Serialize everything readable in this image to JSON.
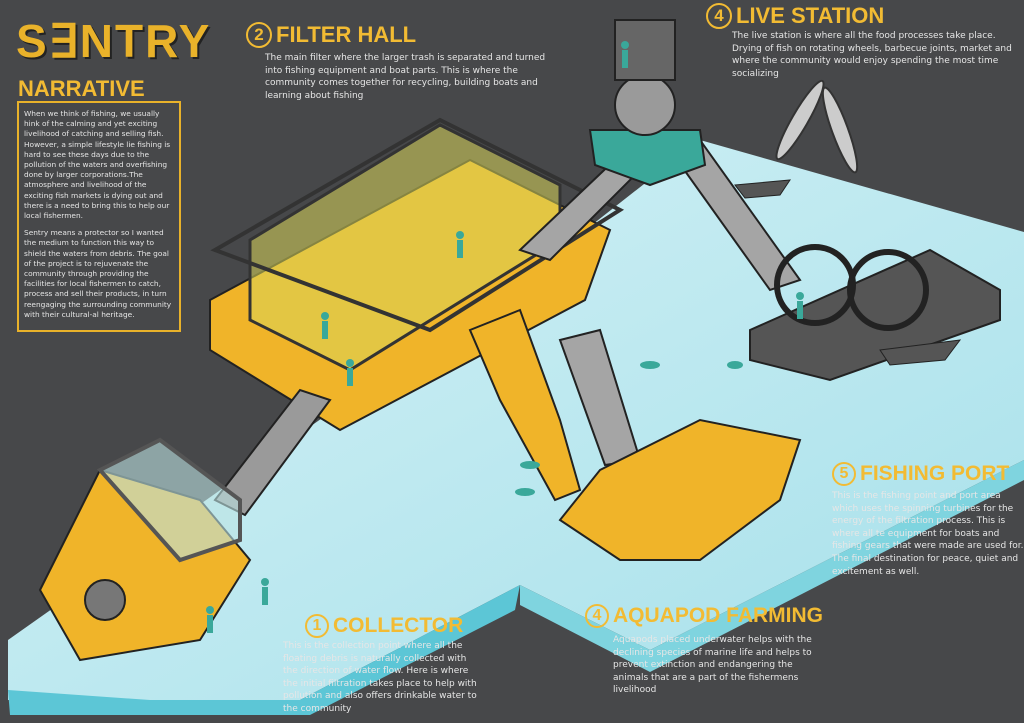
{
  "logo": "S∃NTRY",
  "narrative": {
    "title": "NARRATIVE",
    "paragraphs": [
      "When we think of fishing, we usually hink of the calming and yet exciting livelihood of catching and selling fish. However, a simple lifestyle lie fishing is hard to see these days due to the pollution of the waters and overfishing done by larger corporations.The atmosphere and livelihood of the exciting fish markets is dying out and there is a need to bring this to help our local fishermen.",
      "Sentry means a protector so I wanted the medium to function this way to shield the waters from debris. The goal of the project is to rejuvenate the community through providing the facilities for local fishermen to catch, process and sell their products, in turn reengaging the surrounding community with their cultural-al heritage."
    ]
  },
  "sections": {
    "filter_hall": {
      "number": "2",
      "title": "FILTER HALL",
      "text": "The main filter where the larger trash is separated and turned into fishing equipment and boat parts. This is where the community comes together for recycling, building boats and learning about fishing"
    },
    "live_station": {
      "number": "4",
      "title": "LIVE STATION",
      "text": "The live station is where all the food processes take place. Drying of fish on rotating wheels, barbecue joints, market and where the community would enjoy spending the most time socializing"
    },
    "fishing_port": {
      "number": "5",
      "title": "FISHING PORT",
      "text": "This is the fishing point and port area which uses the spinning turbines for the energy of the filtration process. This is where all te equipment for boats and fishing gears that were made are used for. The final destination for peace, quiet and excitement as well."
    },
    "collector": {
      "number": "1",
      "title": "COLLECTOR",
      "text": "This is the collection point where all the floating debris is naturally collected with the direction of water flow. Here is where the initial filtration takes place to help with pollution and also offers drinkable water to the community"
    },
    "aquapod": {
      "number": "4",
      "title": "AQUAPOD FARMING",
      "text": "Aquapods placed underwater helps with the declining species of marine life and helps to prevent extinction and endangering the animals that are a part of the fishermens livelihood"
    }
  },
  "colors": {
    "background": "#47484a",
    "accent": "#f2bb33",
    "water": "#b9e7ef",
    "structure": "#f0b429",
    "teal": "#3fb8a8"
  }
}
